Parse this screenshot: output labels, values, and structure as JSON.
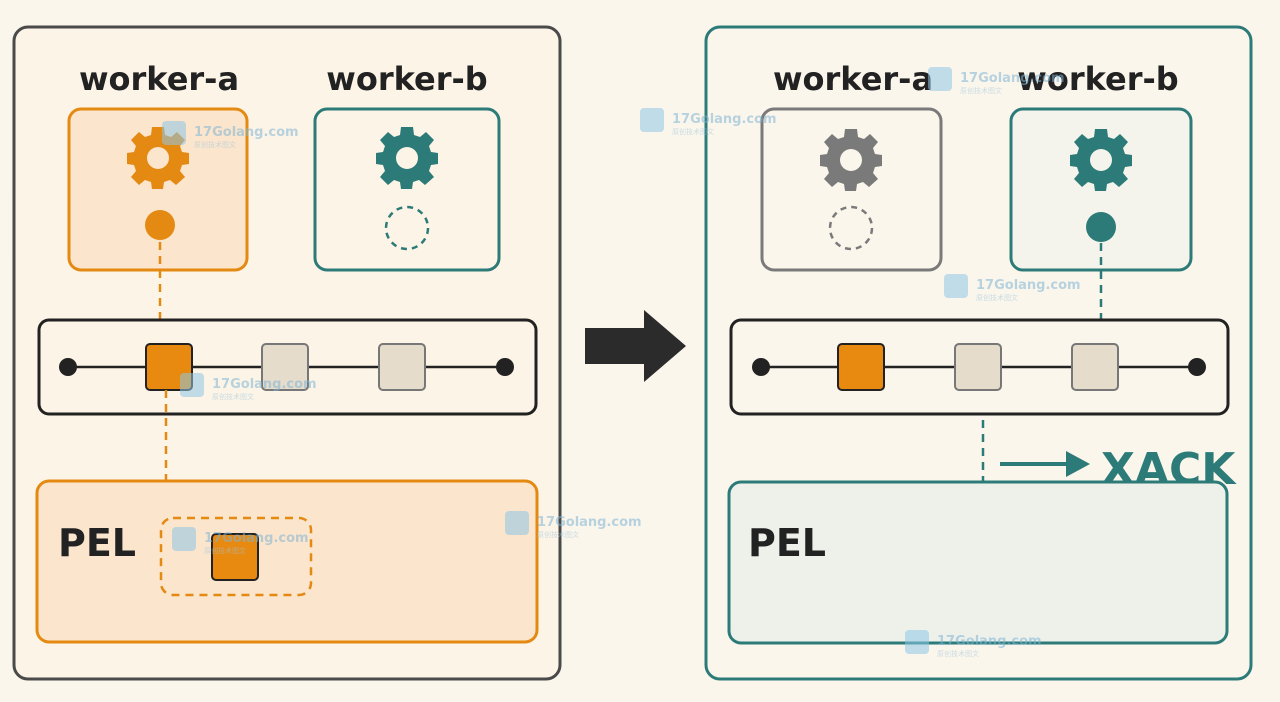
{
  "colors": {
    "orange": "#e48a12",
    "teal": "#2c7b78",
    "gray": "#7a7a7a",
    "dark": "#2b2b2b",
    "panel_bg": "#fbf6ec",
    "queue_slot": "#e6dccb"
  },
  "left_panel": {
    "worker_a": {
      "label": "worker-a",
      "icon": "gear-icon",
      "state": "active"
    },
    "worker_b": {
      "label": "worker-b",
      "icon": "gear-icon",
      "state": "idle"
    },
    "pel_label": "PEL"
  },
  "right_panel": {
    "worker_a": {
      "label": "worker-a",
      "icon": "gear-icon",
      "state": "inactive"
    },
    "worker_b": {
      "label": "worker-b",
      "icon": "gear-icon",
      "state": "active"
    },
    "pel_label": "PEL",
    "ack_label": "XACK"
  },
  "transition_arrow": "arrow-right-icon",
  "watermark": {
    "text": "17Golang.com",
    "sub": "原创技术图文"
  }
}
